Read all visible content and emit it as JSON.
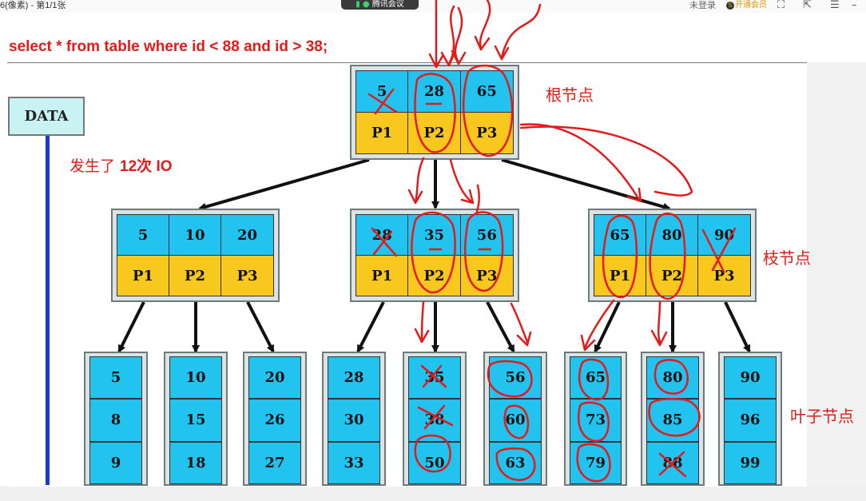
{
  "window": {
    "title": "6(像素) - 第1/1张",
    "meeting_badge": "腾讯会议",
    "login": "未登录",
    "vip": "开通会员"
  },
  "slide": {
    "sql": "select * from table where id < 88 and id > 38;",
    "io_note_prefix": "发生了 ",
    "io_note_bold": "12次 IO",
    "data_box": "DATA",
    "labels": {
      "root": "根节点",
      "branch": "枝节点",
      "leaf": "叶子节点"
    },
    "root": {
      "keys": [
        "5",
        "28",
        "65"
      ],
      "pointers": [
        "P1",
        "P2",
        "P3"
      ]
    },
    "branches": [
      {
        "keys": [
          "5",
          "10",
          "20"
        ],
        "pointers": [
          "P1",
          "P2",
          "P3"
        ]
      },
      {
        "keys": [
          "28",
          "35",
          "56"
        ],
        "pointers": [
          "P1",
          "P2",
          "P3"
        ]
      },
      {
        "keys": [
          "65",
          "80",
          "90"
        ],
        "pointers": [
          "P1",
          "P2",
          "P3"
        ]
      }
    ],
    "leaves": [
      [
        "5",
        "8",
        "9"
      ],
      [
        "10",
        "15",
        "18"
      ],
      [
        "20",
        "26",
        "27"
      ],
      [
        "28",
        "30",
        "33"
      ],
      [
        "35",
        "38",
        "50"
      ],
      [
        "56",
        "60",
        "63"
      ],
      [
        "65",
        "73",
        "79"
      ],
      [
        "80",
        "85",
        "88"
      ],
      [
        "90",
        "96",
        "99"
      ]
    ]
  },
  "colors": {
    "key_cell": "#22c3ee",
    "pointer_cell": "#f9c81e",
    "annotation": "#e51a1a",
    "data_line": "#1e36d6"
  }
}
